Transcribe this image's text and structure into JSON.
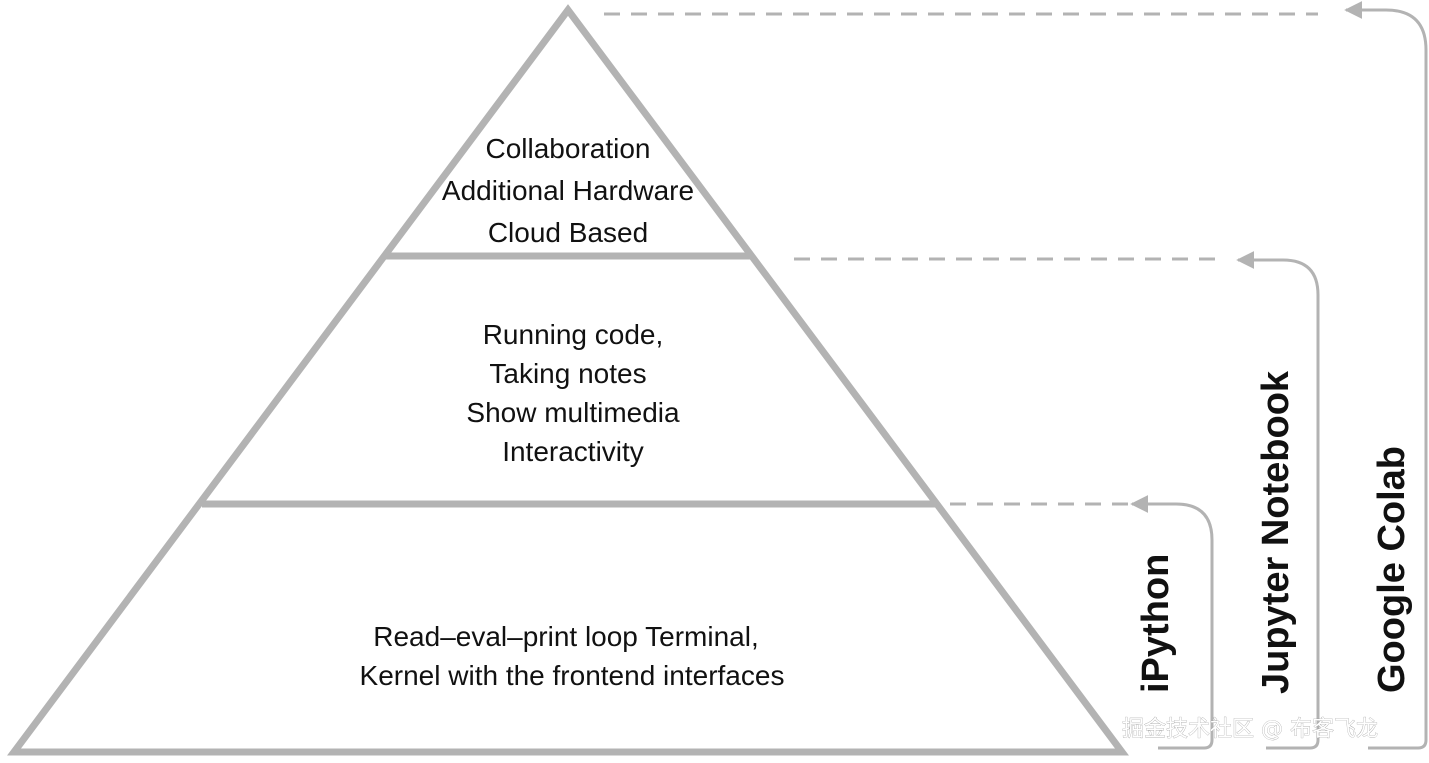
{
  "pyramid": {
    "top_level": {
      "lines": [
        "Collaboration",
        "Additional Hardware",
        "Cloud Based"
      ]
    },
    "middle_level": {
      "lines": [
        "Running code,",
        "Taking notes",
        "Show multimedia",
        "Interactivity"
      ]
    },
    "bottom_level": {
      "lines": [
        "Read–eval–print loop Terminal,",
        "Kernel with the frontend interfaces"
      ]
    }
  },
  "tools": {
    "ipython": "iPython",
    "jupyter": "Jupyter Notebook",
    "colab": "Google Colab"
  },
  "watermark": "掘金技术社区 @ 布客飞龙",
  "colors": {
    "outline": "#b3b3b3",
    "text": "#111111"
  }
}
